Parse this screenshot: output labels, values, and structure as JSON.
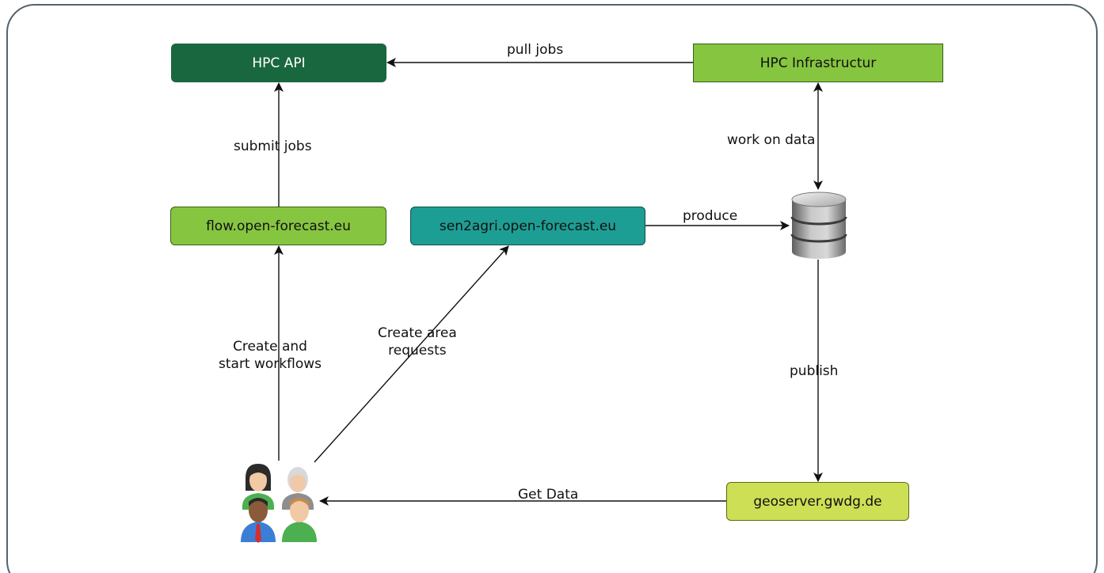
{
  "nodes": {
    "hpc_api": "HPC API",
    "hpc_infrastructure": "HPC Infrastructur",
    "flow": "flow.open-forecast.eu",
    "sen2agri": "sen2agri.open-forecast.eu",
    "geoserver": "geoserver.gwdg.de"
  },
  "edges": {
    "pull_jobs": "pull jobs",
    "submit_jobs": "submit jobs",
    "work_on_data": "work on data",
    "produce": "produce",
    "create_workflows": [
      "Create and",
      "start workflows"
    ],
    "create_area_requests": [
      "Create area",
      "requests"
    ],
    "publish": "publish",
    "get_data": "Get Data"
  },
  "icons": {
    "users": "users-group-icon",
    "database": "database-icon"
  },
  "colors": {
    "hpc_api": "#19673f",
    "hpc_infrastructure": "#86c540",
    "flow": "#86c540",
    "sen2agri": "#1d9e94",
    "geoserver": "#cddf55",
    "frame": "#56626b"
  }
}
